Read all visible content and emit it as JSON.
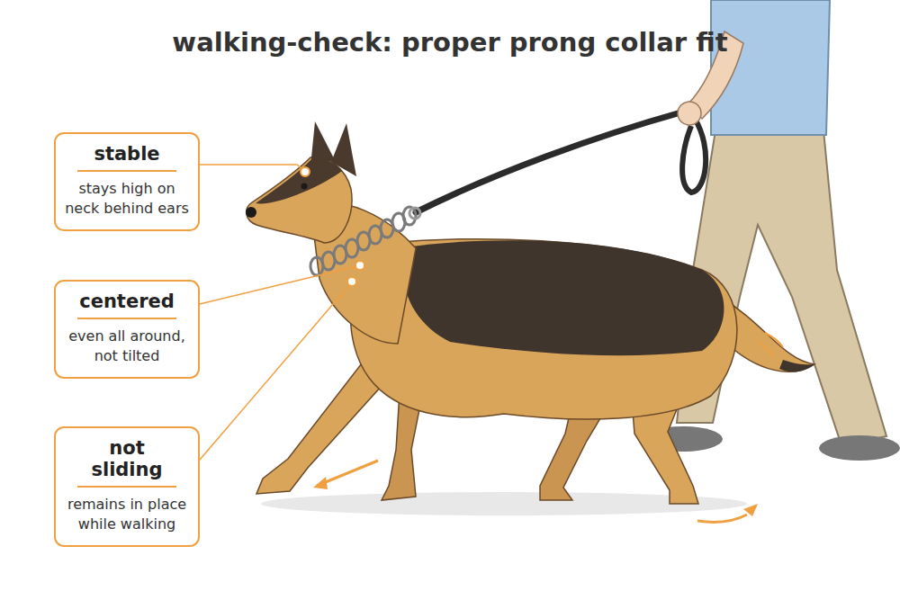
{
  "diagram": {
    "title": "walking-check: proper prong collar fit",
    "nodes": [
      {
        "text": [
          "stable",
          "stays high on neck behind ears"
        ]
      },
      {
        "text": [
          "centered",
          "even all around, not tilted"
        ]
      },
      {
        "text": [
          "not sliding",
          "remains in place while walking"
        ]
      }
    ]
  }
}
